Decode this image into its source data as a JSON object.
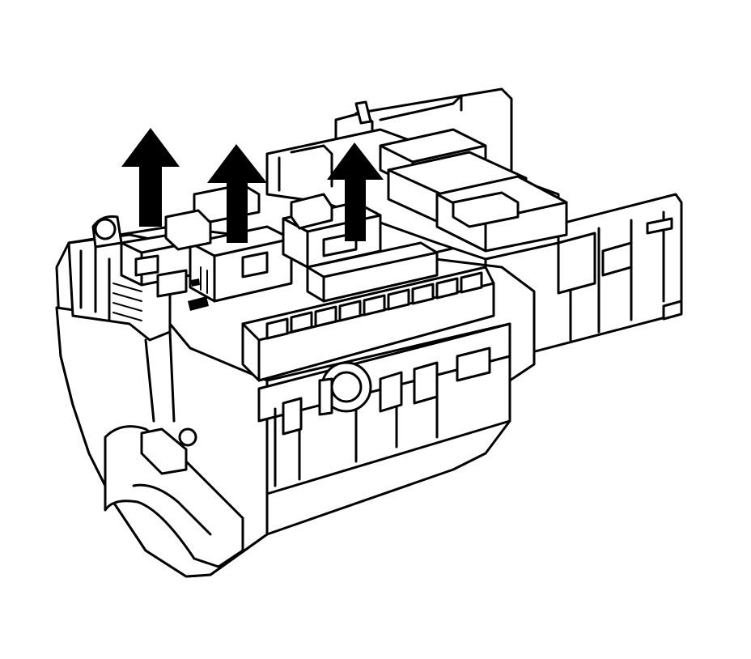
{
  "diagram": {
    "subject": "fuse-relay-block",
    "view": "isometric",
    "arrow_direction": "up",
    "arrow_count": 3,
    "colors": {
      "line": "#000000",
      "fill": "#ffffff",
      "background": "#ffffff"
    }
  }
}
